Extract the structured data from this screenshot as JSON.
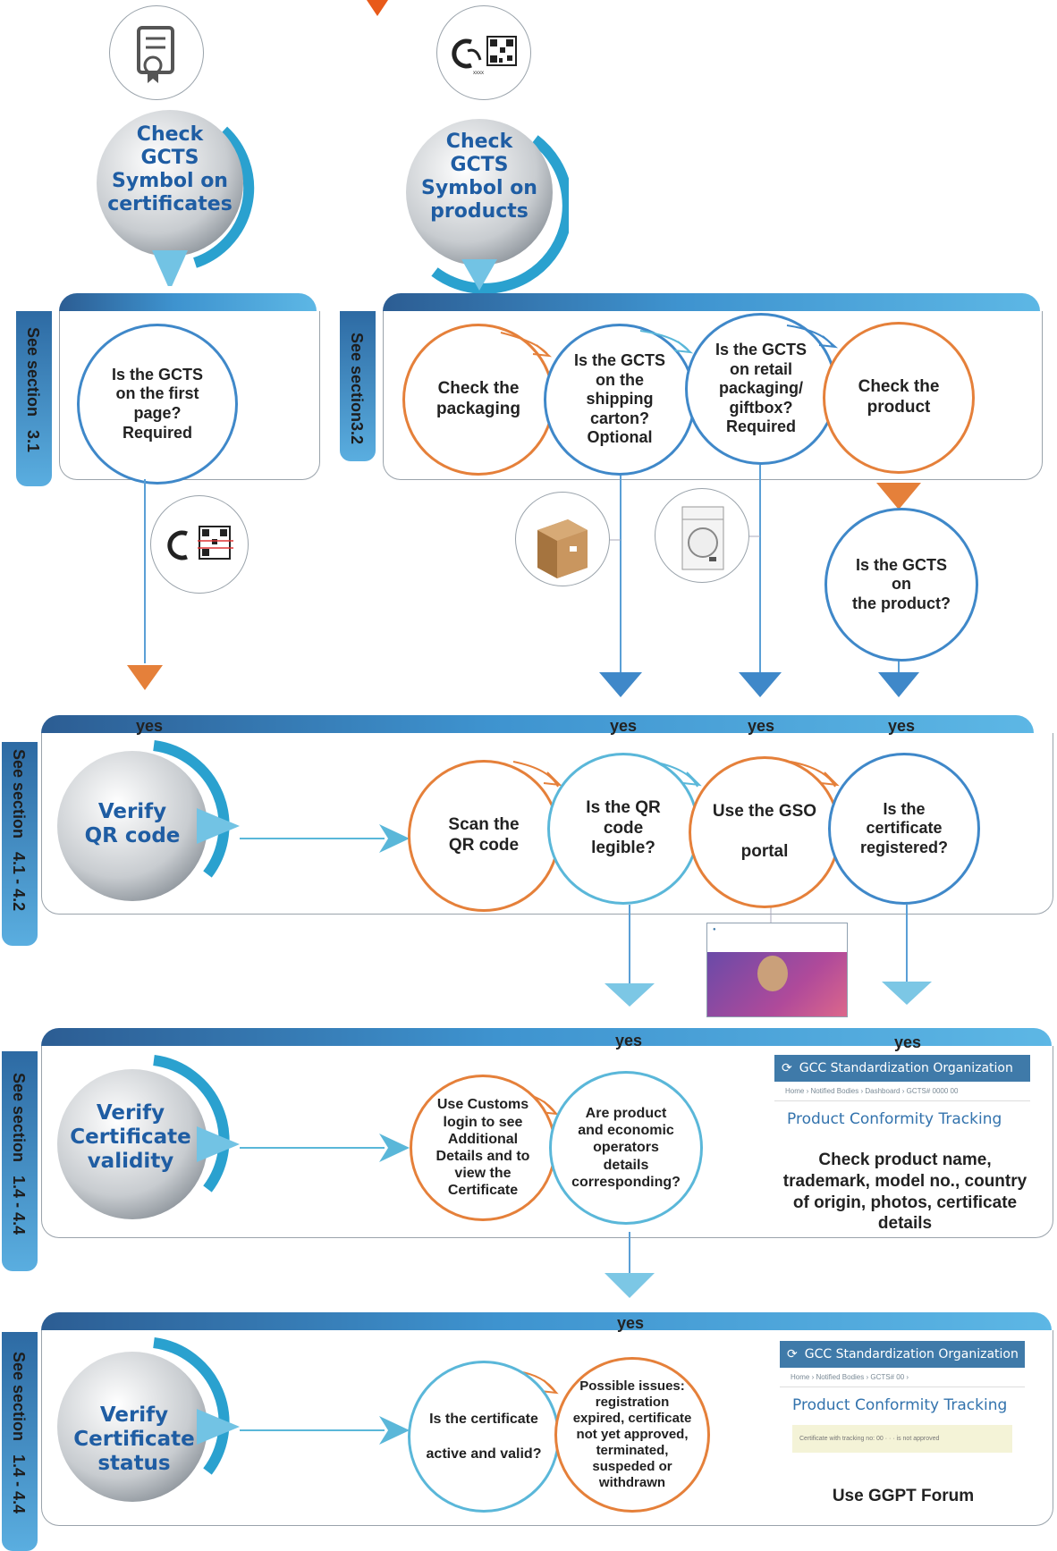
{
  "badges": [
    {
      "text": "Check\nGCTS\nSymbol on\ncertificates"
    },
    {
      "text": "Check\nGCTS\nSymbol on\nproducts"
    },
    {
      "text": "Verify\nQR code"
    },
    {
      "text": "Verify\nCertificate\nvalidity"
    },
    {
      "text": "Verify\nCertificate\nstatus"
    }
  ],
  "sections": [
    {
      "label": "See section   3.1"
    },
    {
      "label": "See section3.2"
    },
    {
      "label": "See section   4.1 - 4.2"
    },
    {
      "label": "See section   1.4 - 4.4"
    },
    {
      "label": "See section   1.4 - 4.4"
    }
  ],
  "row1": {
    "first_page": "Is the GCTS\non the first\npage?\nRequired",
    "packaging": "Check the\npackaging",
    "shipping": "Is the GCTS\non the\nshipping\ncarton?\nOptional",
    "retail": "Is the GCTS\non retail\npackaging/\ngiftbox?\nRequired",
    "product": "Check the\nproduct",
    "on_product": "Is the GCTS\non\nthe product?"
  },
  "yes_label": "yes",
  "row2": {
    "scan": "Scan the\nQR code",
    "legible": "Is the QR\ncode\nlegible?",
    "portal": "Use the GSO\n\nportal",
    "registered": "Is the\ncertificate\nregistered?"
  },
  "row3": {
    "customs": "Use Customs\nlogin to see\nAdditional\nDetails and to\nview the\nCertificate",
    "corresponding": "Are product\nand economic\noperators\ndetails\ncorresponding?",
    "check_text": "Check product name,\ntrademark, model no., country\nof origin, photos, certificate\ndetails"
  },
  "row4": {
    "active": "Is the certificate\n\nactive and valid?",
    "issues": "Possible issues:\nregistration\nexpired, certificate\nnot yet approved,\nterminated,\nsuspeded or\nwithdrawn",
    "forum": "Use GGPT Forum"
  },
  "portal_shot": {
    "org": "GCC Standardization Organization",
    "crumb1": "Home  ›  Notified Bodies  ›  Dashboard  ›  GCTS# 0000  00",
    "crumb2": "Home  ›  Notified Bodies  ›  GCTS# 00  ›",
    "title": "Product Conformity Tracking",
    "note": "Certificate with tracking no: 00 ·  ·  · is not approved"
  },
  "qr_caption": "xxxx",
  "colors": {
    "orange": "#e5803a",
    "blue": "#3f88c9",
    "light_blue": "#5ab7d9",
    "badge_text": "#1f5da3"
  }
}
